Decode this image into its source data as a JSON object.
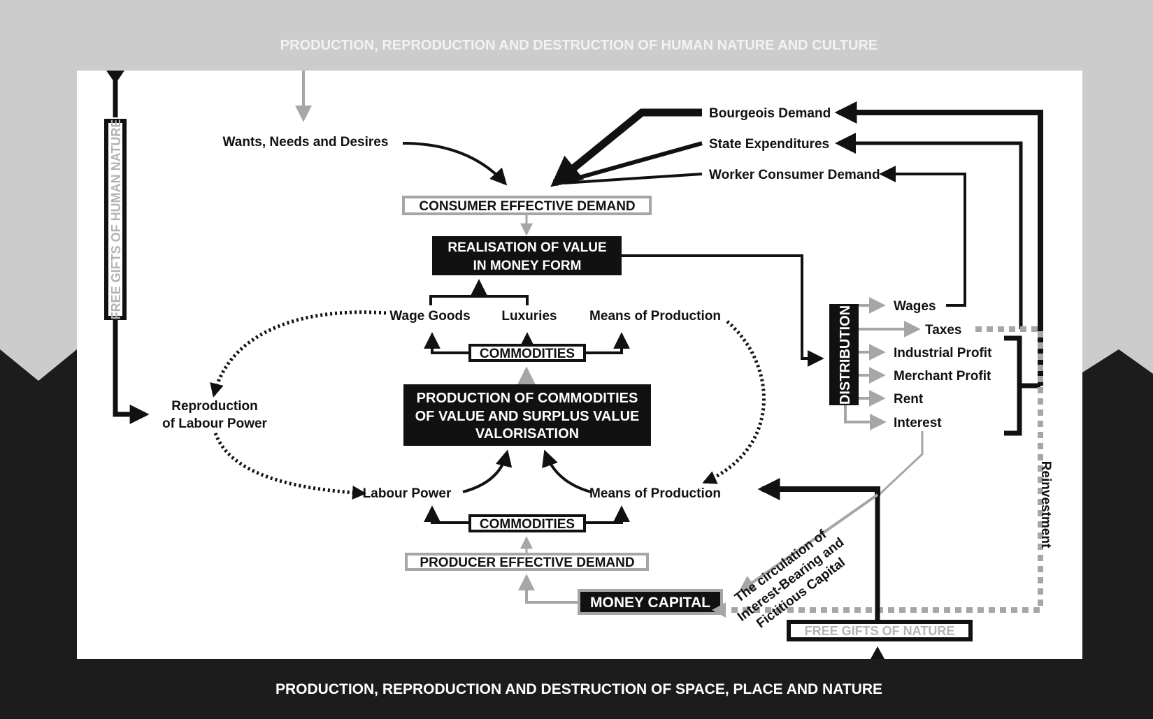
{
  "bands": {
    "top": "PRODUCTION, REPRODUCTION AND DESTRUCTION OF HUMAN NATURE AND CULTURE",
    "bottom": "PRODUCTION, REPRODUCTION AND DESTRUCTION OF SPACE, PLACE AND NATURE"
  },
  "side": {
    "free_gifts_human": "FREE GIFTS OF HUMAN NATURE",
    "free_gifts_nature": "FREE GIFTS OF NATURE",
    "reinvestment": "Reinvestment"
  },
  "demand": {
    "wants": "Wants, Needs and Desires",
    "bourgeois": "Bourgeois Demand",
    "state": "State Expenditures",
    "worker": "Worker Consumer Demand",
    "consumer_effective": "CONSUMER EFFECTIVE DEMAND",
    "producer_effective": "PRODUCER EFFECTIVE DEMAND"
  },
  "realisation": {
    "line1": "REALISATION OF VALUE",
    "line2": "IN MONEY FORM"
  },
  "commodities_top": {
    "wage_goods": "Wage Goods",
    "luxuries": "Luxuries",
    "means_of_production": "Means of Production",
    "label": "COMMODITIES"
  },
  "production": {
    "line1": "PRODUCTION OF COMMODITIES",
    "line2": "OF VALUE AND SURPLUS VALUE",
    "line3": "VALORISATION"
  },
  "reproduction": {
    "line1": "Reproduction",
    "line2": "of Labour Power"
  },
  "commodities_bottom": {
    "labour_power": "Labour Power",
    "means_of_production": "Means of Production",
    "label": "COMMODITIES"
  },
  "money_capital": "MONEY CAPITAL",
  "circulation": {
    "line1": "The circulation of",
    "line2": "Interest-Bearing and",
    "line3": "Fictitious Capital"
  },
  "distribution": {
    "label": "DISTRIBUTION",
    "items": [
      "Wages",
      "Taxes",
      "Industrial Profit",
      "Merchant Profit",
      "Rent",
      "Interest"
    ]
  },
  "colors": {
    "band_grey": "#cccccc",
    "band_black": "#1c1c1c",
    "ink": "#111111",
    "grey_line": "#a6a6a6"
  }
}
